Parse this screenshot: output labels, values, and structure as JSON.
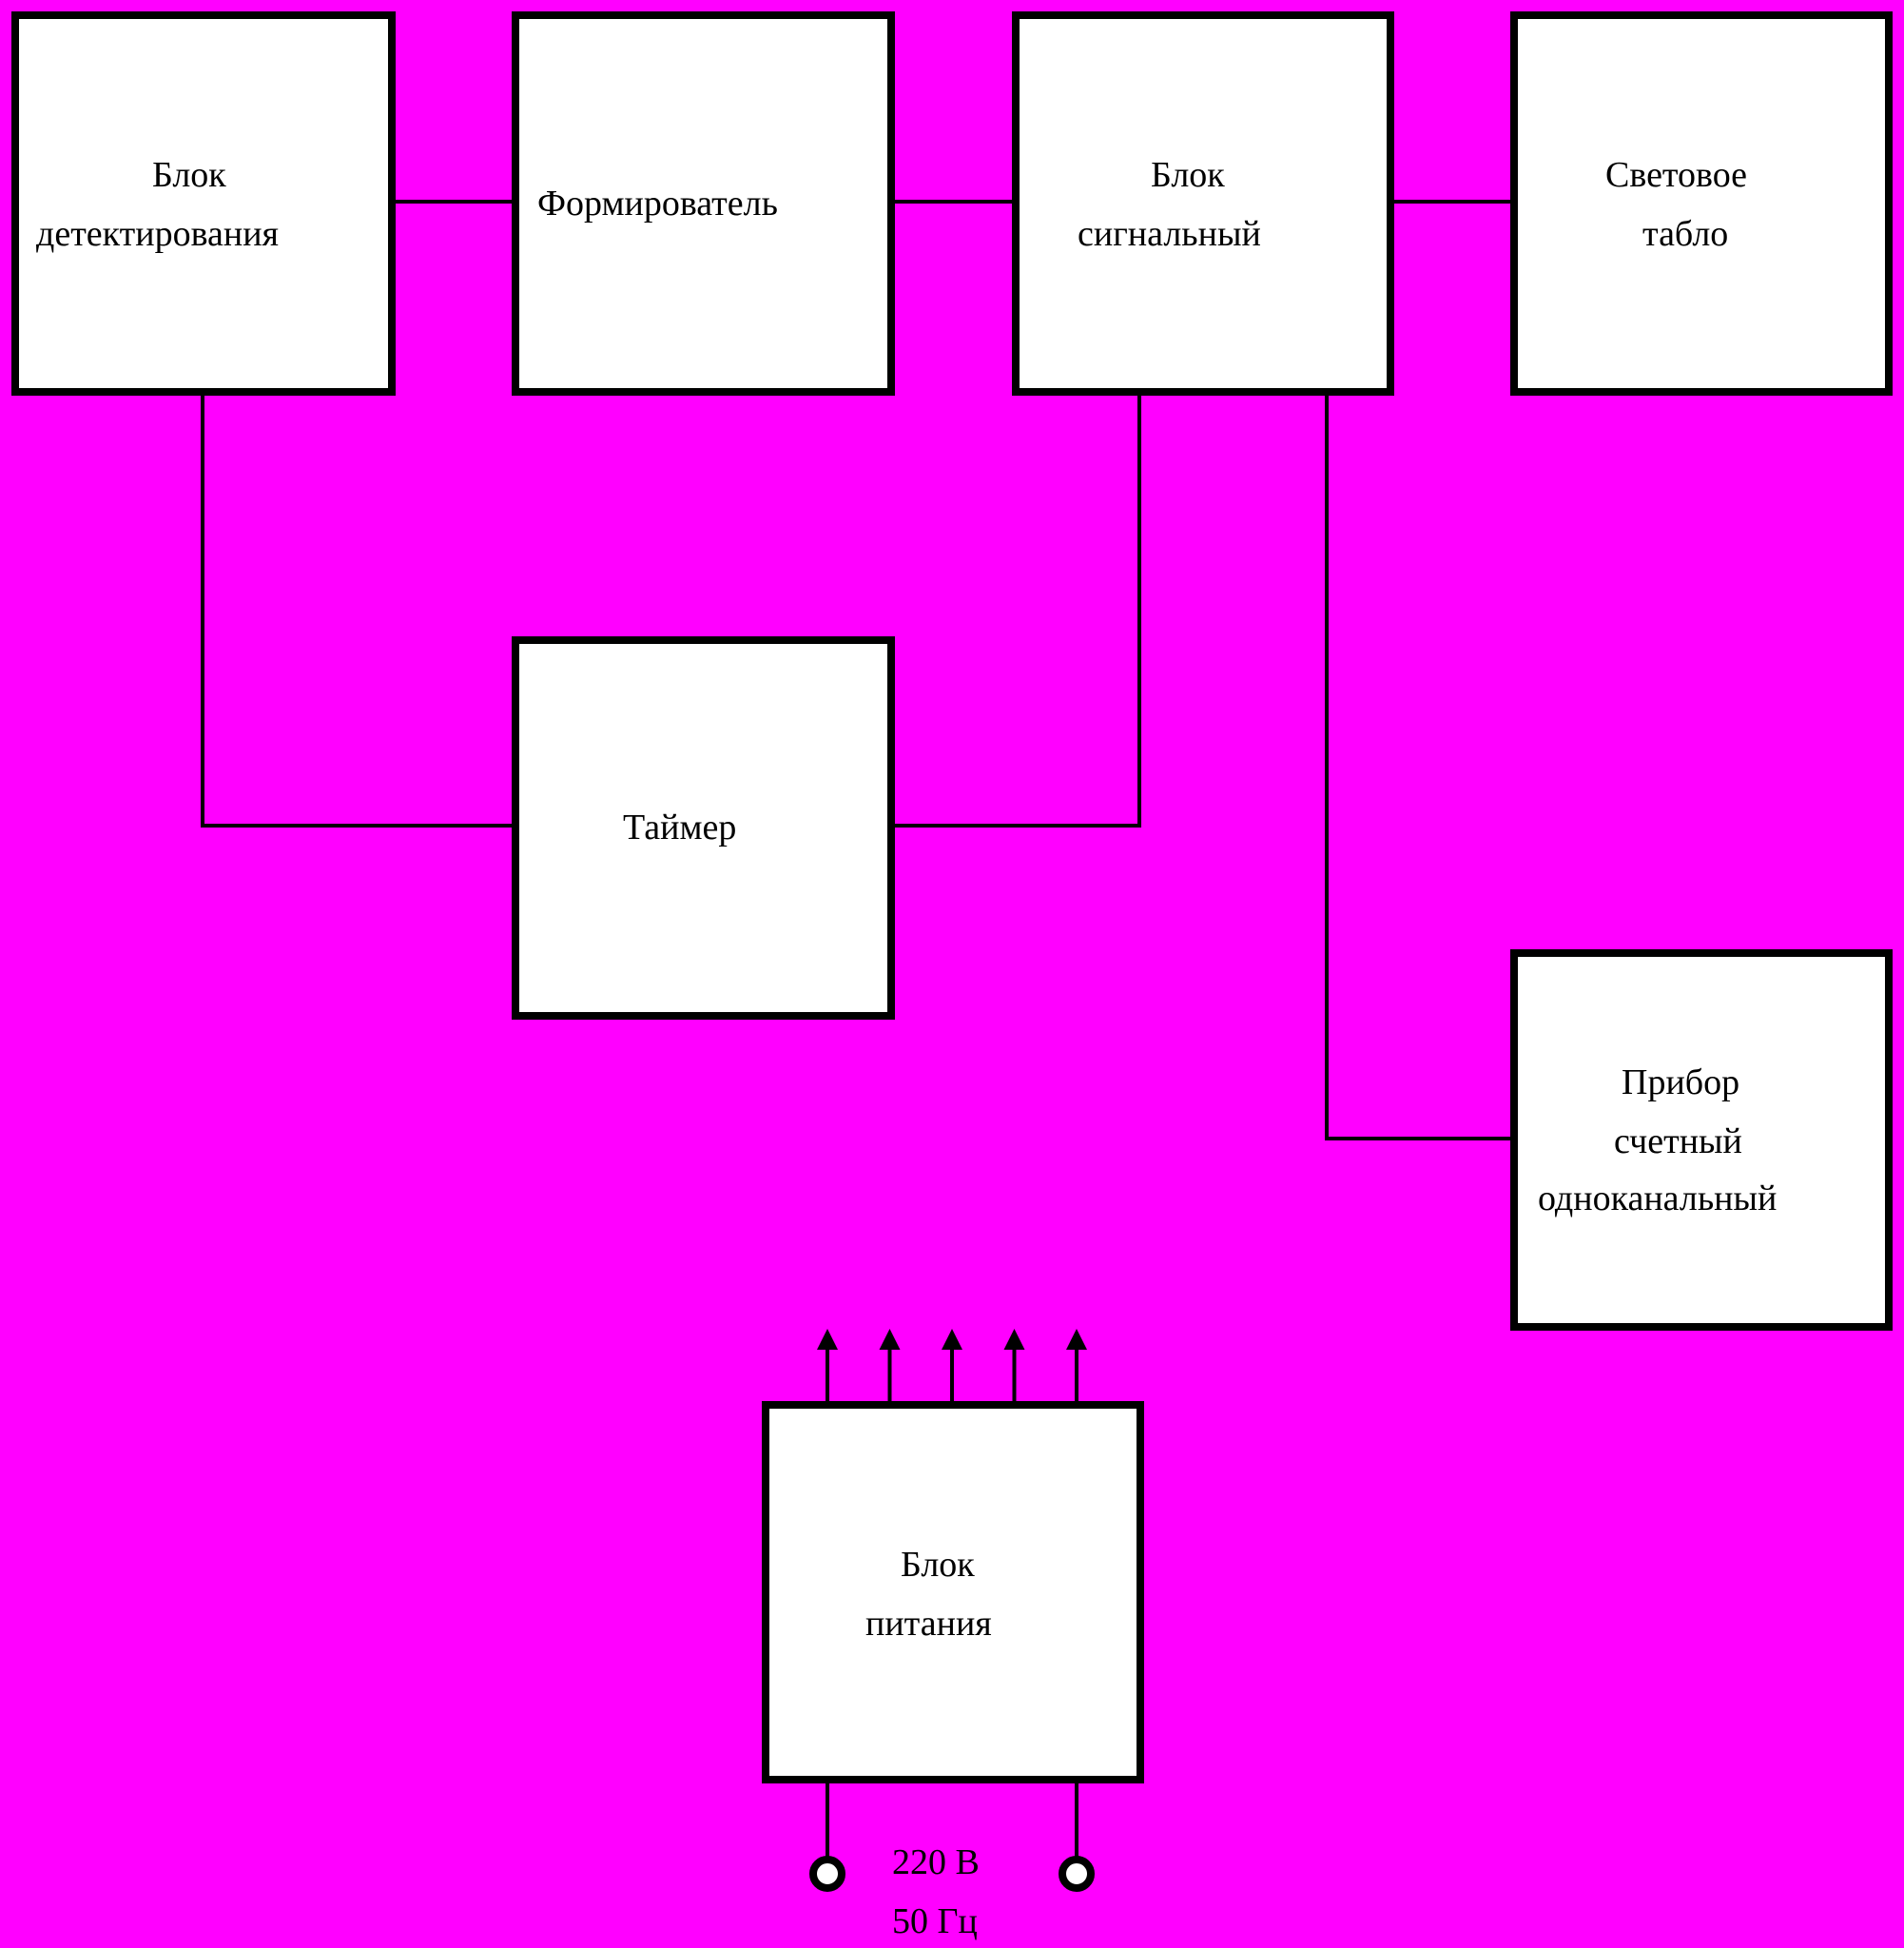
{
  "background_color": "#ff00ff",
  "blocks": {
    "detector": {
      "line1": "Блок",
      "line2": "детектирования"
    },
    "shaper": {
      "line1": "Формирователь"
    },
    "signal": {
      "line1": "Блок",
      "line2": "сигнальный"
    },
    "light_board": {
      "line1": "Световое",
      "line2": "табло"
    },
    "timer": {
      "line1": "Таймер"
    },
    "counter": {
      "line1": "Прибор",
      "line2": "счетный",
      "line3": "одноканальный"
    },
    "power": {
      "line1": "Блок",
      "line2": "питания"
    }
  },
  "mains_input": {
    "voltage": "220 В",
    "frequency": "50 Гц"
  },
  "power_output_arrows": 5
}
